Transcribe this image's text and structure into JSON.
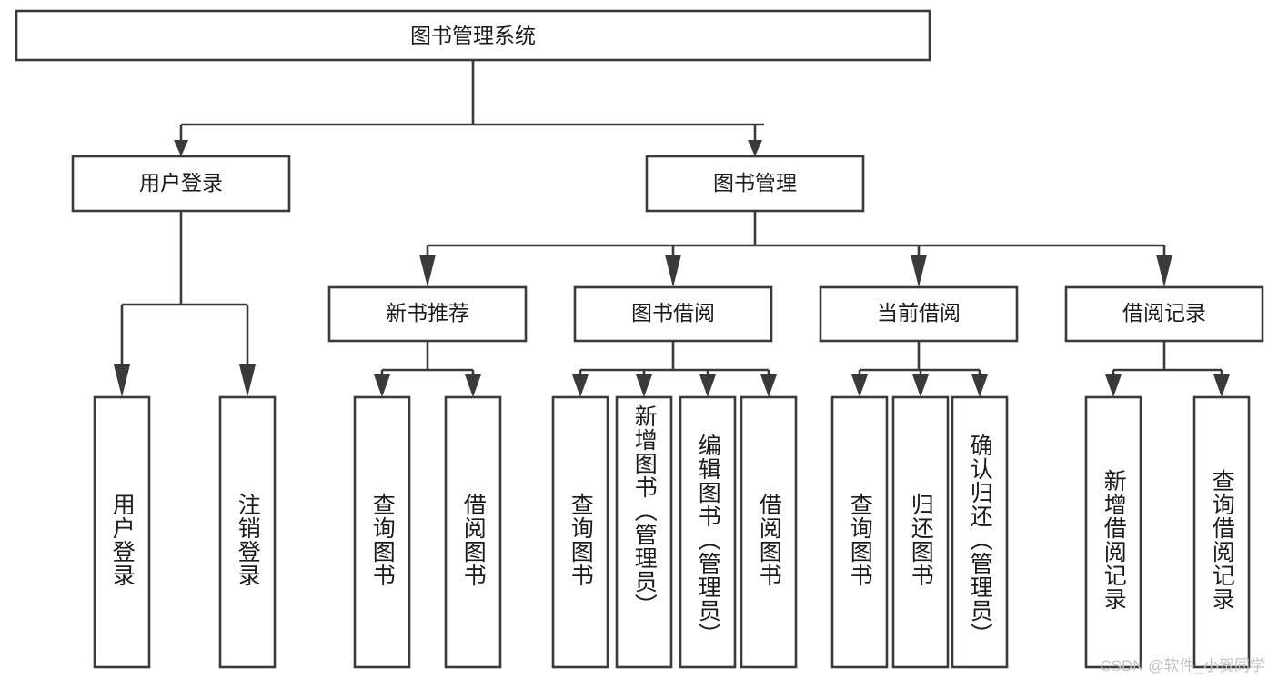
{
  "diagram": {
    "type": "tree-hierarchy",
    "title": "图书管理系统",
    "root": {
      "label": "图书管理系统"
    },
    "level2": [
      {
        "label": "用户登录"
      },
      {
        "label": "图书管理"
      }
    ],
    "level3": [
      {
        "label": "新书推荐"
      },
      {
        "label": "图书借阅"
      },
      {
        "label": "当前借阅"
      },
      {
        "label": "借阅记录"
      }
    ],
    "leaves": {
      "user_login": [
        {
          "label": "用户登录"
        },
        {
          "label": "注销登录"
        }
      ],
      "new_book_recommend": [
        {
          "label": "查询图书"
        },
        {
          "label": "借阅图书"
        }
      ],
      "book_borrow": [
        {
          "label": "查询图书"
        },
        {
          "label": "新增图书（管理员）"
        },
        {
          "label": "编辑图书（管理员）"
        },
        {
          "label": "借阅图书"
        }
      ],
      "current_borrow": [
        {
          "label": "查询图书"
        },
        {
          "label": "归还图书"
        },
        {
          "label": "确认归还（管理员）"
        }
      ],
      "borrow_record": [
        {
          "label": "新增借阅记录"
        },
        {
          "label": "查询借阅记录"
        }
      ]
    }
  },
  "watermark": {
    "text": "CSDN @软件_小贺同学"
  },
  "colors": {
    "stroke": "#3a3a3a",
    "box_fill": "#ffffff",
    "text": "#1b1b1b",
    "watermark": "#c2c2c2",
    "background": "#ffffff"
  }
}
